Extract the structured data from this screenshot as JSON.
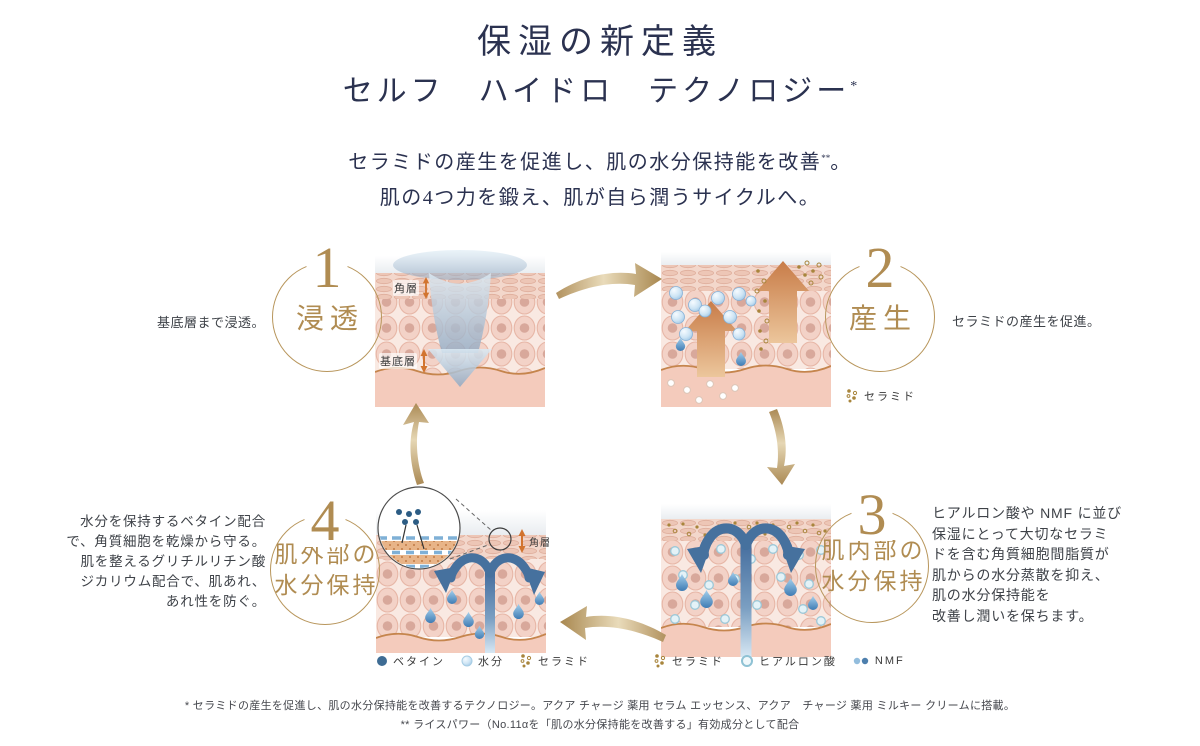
{
  "header": {
    "title": "保湿の新定義",
    "subtitle": "セルフ　ハイドロ　テクノロジー",
    "subtitle_mark": "*",
    "desc1": "セラミドの産生を促進し、肌の水分保持能を改善",
    "desc1_mark": "**",
    "desc1_end": "。",
    "desc2": "肌の4つ力を鍛え、肌が自ら潤うサイクルへ。"
  },
  "steps": [
    {
      "number": "1",
      "title": "浸透",
      "note": "基底層まで浸透。"
    },
    {
      "number": "2",
      "title": "産生",
      "note": "セラミドの産生を促進。"
    },
    {
      "number": "3",
      "title_line1": "肌内部の",
      "title_line2": "水分保持",
      "note_lines": [
        "ヒアルロン酸や NMF に並び",
        "保湿にとって大切なセラミ",
        "ドを含む角質細胞間脂質が",
        "肌からの水分蒸散を抑え、",
        "肌の水分保持能を",
        "改善し潤いを保ちます。"
      ]
    },
    {
      "number": "4",
      "title_line1": "肌外部の",
      "title_line2": "水分保持",
      "note_lines": [
        "水分を保持するベタイン配合",
        "で、角質細胞を乾燥から守る。",
        "肌を整えるグリチルリチン酸",
        "ジカリウム配合で、肌あれ、",
        "あれ性を防ぐ。"
      ]
    }
  ],
  "panel_labels": {
    "p1_top": "角層",
    "p1_bottom": "基底層",
    "p4_right": "角層"
  },
  "legends": {
    "step2": [
      {
        "icon": "ceramide-dots-icon",
        "label": "セラミド"
      }
    ],
    "step3": [
      {
        "icon": "ceramide-dots-icon",
        "label": "セラミド"
      },
      {
        "icon": "hyaluronic-circle-icon",
        "label": "ヒアルロン酸"
      },
      {
        "icon": "nmf-dots-icon",
        "label": "NMF"
      }
    ],
    "step4": [
      {
        "icon": "betaine-dot-icon",
        "label": "ベタイン"
      },
      {
        "icon": "water-drop-icon",
        "label": "水分"
      },
      {
        "icon": "ceramide-dots-icon",
        "label": "セラミド"
      }
    ]
  },
  "footnotes": {
    "line1": "* セラミドの産生を促進し、肌の水分保持能を改善するテクノロジー。アクア チャージ 薬用 セラム エッセンス、アクア　チャージ 薬用 ミルキー クリームに搭載。",
    "line2": "** ライスパワー（No.11αを「肌の水分保持能を改善する」有効成分として配合"
  },
  "colors": {
    "gold": "#b08c52",
    "navy": "#2b3250",
    "body_text": "#3e4248",
    "skin_arrow_blue": "#46719e",
    "production_orange": "#cd8a55"
  }
}
